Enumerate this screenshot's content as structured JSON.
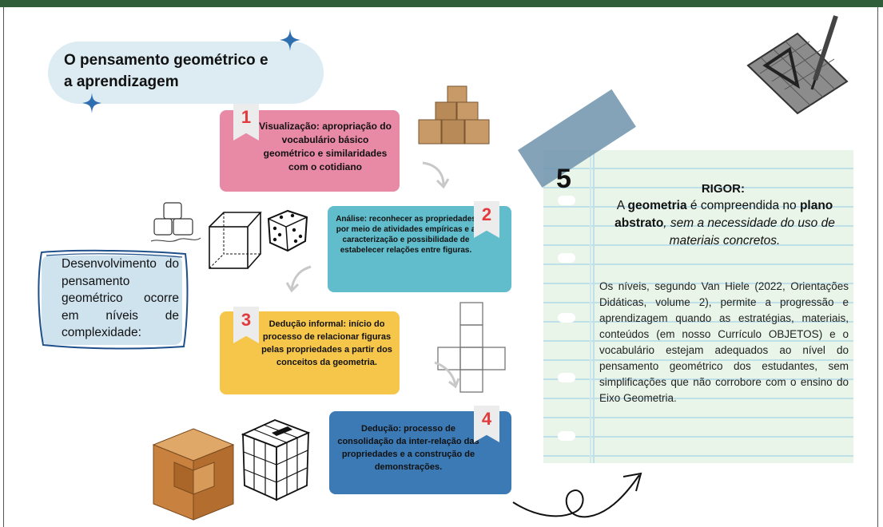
{
  "title": {
    "line1": "O pensamento geométrico e",
    "line2": "a aprendizagem"
  },
  "steps": [
    {
      "number": "1",
      "text": "Visualização: apropriação do vocabulário básico geométrico e similaridades com o cotidiano",
      "color": "#e88aa6"
    },
    {
      "number": "2",
      "text": "Análise: reconhecer as propriedades por meio de atividades empíricas e a caracterização e possibilidade de estabelecer relações entre figuras.",
      "color": "#61bccb"
    },
    {
      "number": "3",
      "text": "Dedução informal: início do processo de relacionar figuras pelas propriedades a partir dos conceitos da geometria.",
      "color": "#f6c64a"
    },
    {
      "number": "4",
      "text": "Dedução: processo de consolidação da inter-relação das propriedades e a construção de demonstrações.",
      "color": "#3c7ab6"
    }
  ],
  "development": {
    "text": "Desenvolvimento do pensamento geométrico ocorre em níveis de complexidade:"
  },
  "note": {
    "number": "5",
    "heading": "RIGOR:",
    "body_prefix": "A ",
    "body_bold1": "geometria",
    "body_mid": " é compreendida no ",
    "body_bold2": "plano abstrato",
    "body_italic": ", sem a necessidade do uso de materiais concretos.",
    "paragraph": "Os níveis, segundo Van Hiele (2022, Orientações Didáticas, volume 2), permite a progressão e aprendizagem quando as estratégias, materiais, conteúdos (em nosso Currículo OBJETOS) e o vocabulário estejam adequados ao nível do pensamento geométrico dos estudantes, sem simplificações que não corrobore com o ensino do Eixo Geometria."
  },
  "colors": {
    "header_bar": "#2f5f3a",
    "sparkle": "#2f6fb0",
    "note_background": "#eaf5e9",
    "tape": "#6f93ad",
    "ribbon_number": "#e33b3b"
  },
  "icons": [
    "sparkle-icon",
    "stacked-boxes-icon",
    "geometry-tools-icon",
    "ice-cubes-icon",
    "cube-icon",
    "dice-icon",
    "cube-net-icon",
    "wooden-cubes-icon",
    "rubiks-cube-icon",
    "curved-arrow-icon",
    "swirl-arrow-icon"
  ]
}
